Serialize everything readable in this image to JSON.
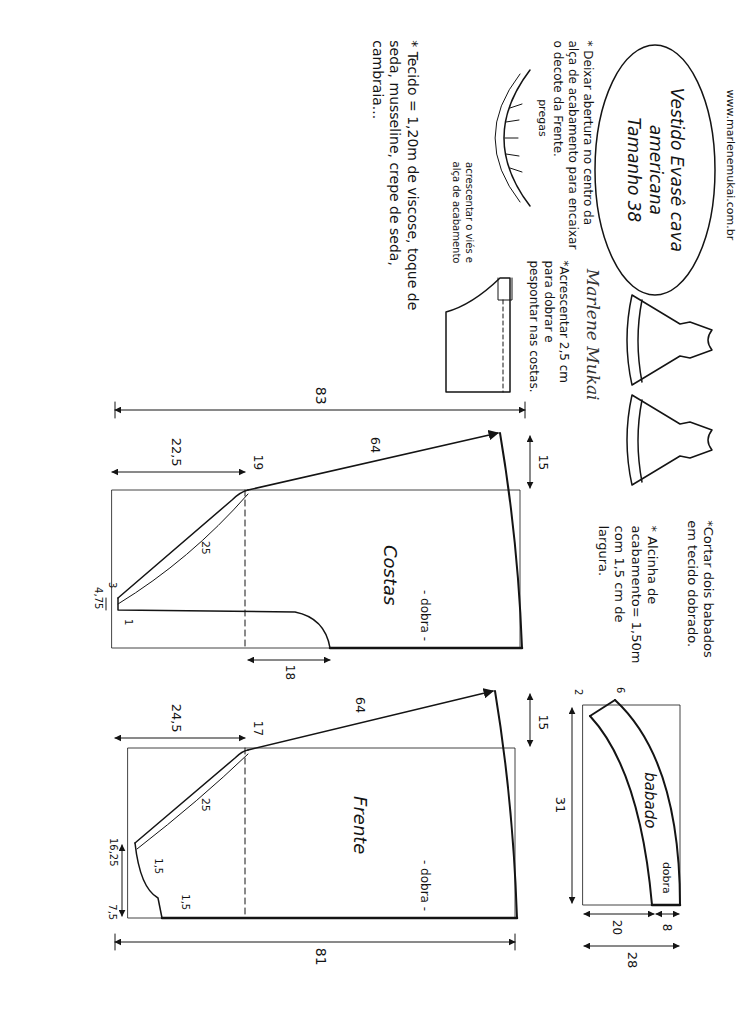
{
  "diagram": {
    "title": "Vestido Evasê cava americana Tamanho 38",
    "labels": [
      "www.marlenemukai.com.br",
      "Marlene Mukai",
      "* Tecido = 1,20m de viscose, toque de seda, musseline, crepe de seda, cambraia...",
      "pregas",
      "acrescentar o viés e alça de acabamento",
      "* Deixar abertura no centro da alça de acabamento para encaixar o decote da Frente.",
      "*Acrescentar 2,5 cm para dobrar e pespontar nas costas.",
      "83",
      "22,5",
      "19",
      "4,75",
      "3",
      "1",
      "25",
      "Costas",
      "- dobra -",
      "18",
      "64",
      "15",
      "24,5",
      "17",
      "25",
      "16,25",
      "1,5",
      "1,5",
      "7,5",
      "Frente",
      "- dobra -",
      "64",
      "15",
      "81",
      "2",
      "6",
      "babado",
      "dobra",
      "31",
      "20",
      "8",
      "28",
      "*Cortar dois babados em tecido dobrado.",
      "* Alcinha de acabamento= 1,50m com 1,5 cm de largura."
    ]
  }
}
